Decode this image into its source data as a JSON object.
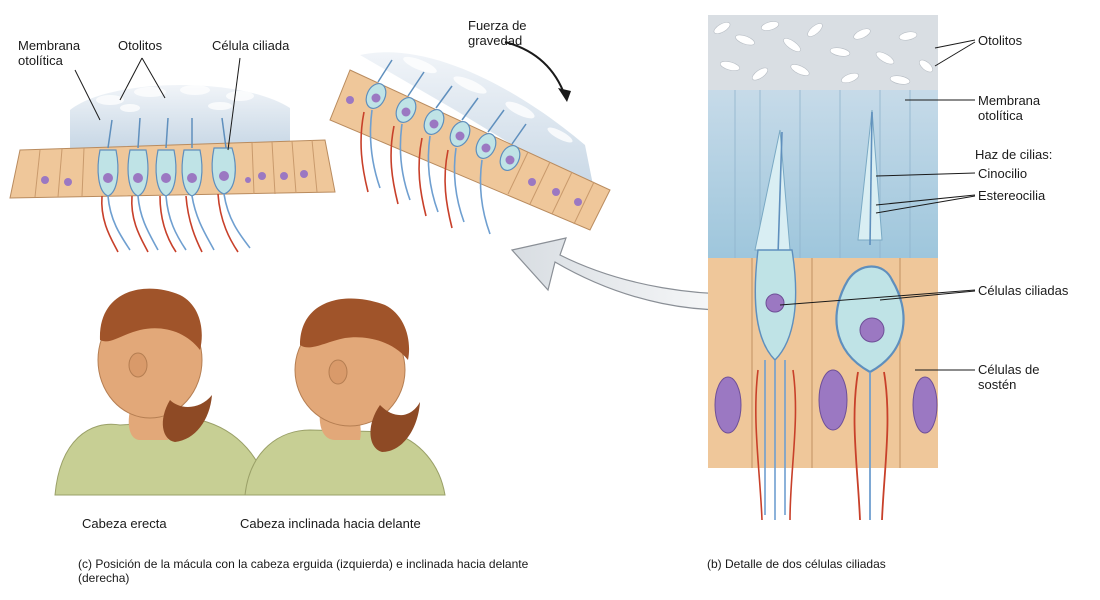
{
  "labels": {
    "membrana_otolitica_left": "Membrana otolítica",
    "otolitos_left": "Otolitos",
    "celula_ciliada_left": "Célula ciliada",
    "fuerza_gravedad": "Fuerza de gravedad",
    "otolitos_right": "Otolitos",
    "membrana_otolitica_right": "Membrana otolítica",
    "haz_de_cilias": "Haz de cilias:",
    "cinocilio": "Cinocilio",
    "estereocilia": "Estereocilia",
    "celulas_ciliadas": "Células ciliadas",
    "celulas_sosten": "Células de sostén",
    "cabeza_erecta": "Cabeza erecta",
    "cabeza_inclinada": "Cabeza inclinada hacia delante"
  },
  "captions": {
    "panel_c": "(c) Posición de la mácula con la cabeza erguida (izquierda) e inclinada hacia delante (derecha)",
    "panel_b": "(b) Detalle de dos células ciliadas"
  },
  "colors": {
    "epithelium": "#efc79a",
    "hair_cell": "#bfe3e6",
    "nucleus": "#9b78c2",
    "afferent_nerve": "#6f9fd0",
    "efferent_nerve": "#c8402a",
    "membrane": "#cfdce8",
    "skin": "#e2a879",
    "hair": "#a0542a",
    "shirt": "#c7cf94"
  }
}
